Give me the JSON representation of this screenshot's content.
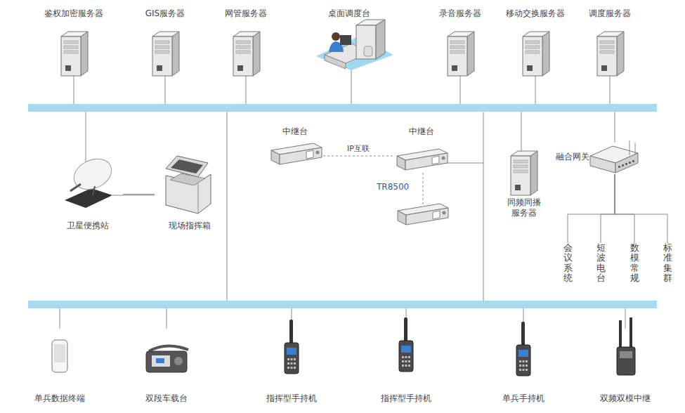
{
  "diagram": {
    "nodes": [
      {
        "text": [
          "鉴权加密服务器"
        ]
      },
      {
        "text": [
          "GIS服务器"
        ]
      },
      {
        "text": [
          "网管服务器"
        ]
      },
      {
        "text": [
          "桌面调度台"
        ]
      },
      {
        "text": [
          "录音服务器"
        ]
      },
      {
        "text": [
          "移动交换服务器"
        ]
      },
      {
        "text": [
          "调度服务器"
        ]
      },
      {
        "text": [
          "卫星便携站"
        ]
      },
      {
        "text": [
          "现场指挥箱"
        ]
      },
      {
        "text": [
          "中继台"
        ]
      },
      {
        "text": [
          "中继台"
        ]
      },
      {
        "text": [
          "同频同播服务器"
        ]
      },
      {
        "text": [
          "融合网关"
        ]
      },
      {
        "text": [
          "会议系统"
        ]
      },
      {
        "text": [
          "短波电台"
        ]
      },
      {
        "text": [
          "数模常规"
        ]
      },
      {
        "text": [
          "标准集群"
        ]
      },
      {
        "text": [
          "单兵数据终端"
        ]
      },
      {
        "text": [
          "双段车载台"
        ]
      },
      {
        "text": [
          "指挥型手持机"
        ]
      },
      {
        "text": [
          "指挥型手持机"
        ]
      },
      {
        "text": [
          "单兵手持机"
        ]
      },
      {
        "text": [
          "双频双模中继"
        ]
      }
    ],
    "edges": [
      {
        "from": 7,
        "to": 8,
        "arrow": "none"
      },
      {
        "from": 9,
        "to": 10,
        "label": "IP互联",
        "arrow": "none"
      },
      {
        "from": 12,
        "to": 13,
        "arrow": "none"
      },
      {
        "from": 12,
        "to": 14,
        "arrow": "none"
      },
      {
        "from": 12,
        "to": 15,
        "arrow": "none"
      },
      {
        "from": 12,
        "to": 16,
        "arrow": "none"
      }
    ],
    "labels": [
      "TR8500"
    ]
  }
}
